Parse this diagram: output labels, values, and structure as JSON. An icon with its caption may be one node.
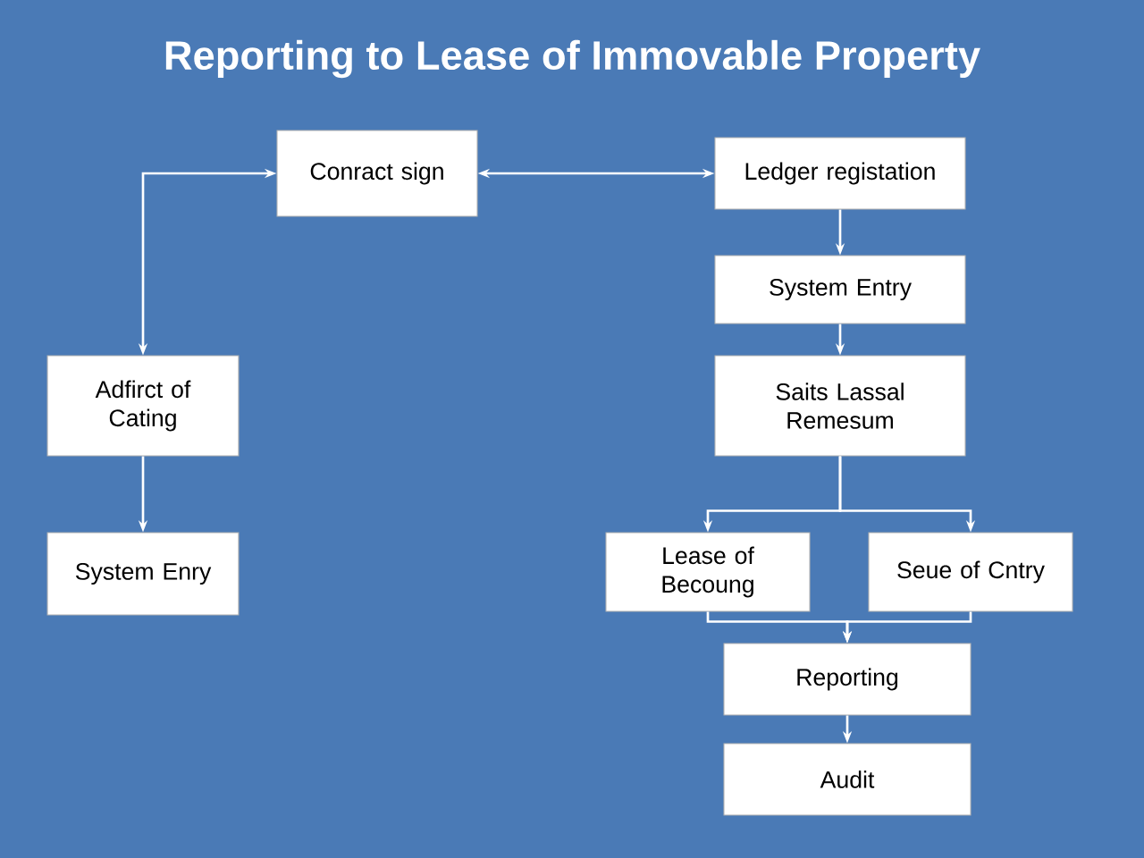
{
  "diagram": {
    "title": "Reporting to Lease of Immovable Property",
    "nodes": [
      {
        "text": [
          "Conract sign"
        ]
      },
      {
        "text": [
          "Ledger registation"
        ]
      },
      {
        "text": [
          "System Entry"
        ]
      },
      {
        "text": [
          "Adfirct of Cating"
        ]
      },
      {
        "text": [
          "Saits Lassal Remesum"
        ]
      },
      {
        "text": [
          "System Enry"
        ]
      },
      {
        "text": [
          "Lease of Becoung"
        ]
      },
      {
        "text": [
          "Seue of Cntry"
        ]
      },
      {
        "text": [
          "Reporting"
        ]
      },
      {
        "text": [
          "Audit"
        ]
      }
    ],
    "edges": [
      {
        "from": 3,
        "to": 0,
        "arrow": "both"
      },
      {
        "from": 0,
        "to": 1,
        "arrow": "both"
      },
      {
        "from": 1,
        "to": 2,
        "arrow": "to"
      },
      {
        "from": 2,
        "to": 4,
        "arrow": "to"
      },
      {
        "from": 3,
        "to": 5,
        "arrow": "to"
      },
      {
        "from": 4,
        "to": 6,
        "arrow": "to"
      },
      {
        "from": 4,
        "to": 7,
        "arrow": "to"
      },
      {
        "from": 6,
        "to": 8,
        "arrow": "to"
      },
      {
        "from": 7,
        "to": 8,
        "arrow": "to"
      },
      {
        "from": 8,
        "to": 9,
        "arrow": "to"
      }
    ]
  }
}
